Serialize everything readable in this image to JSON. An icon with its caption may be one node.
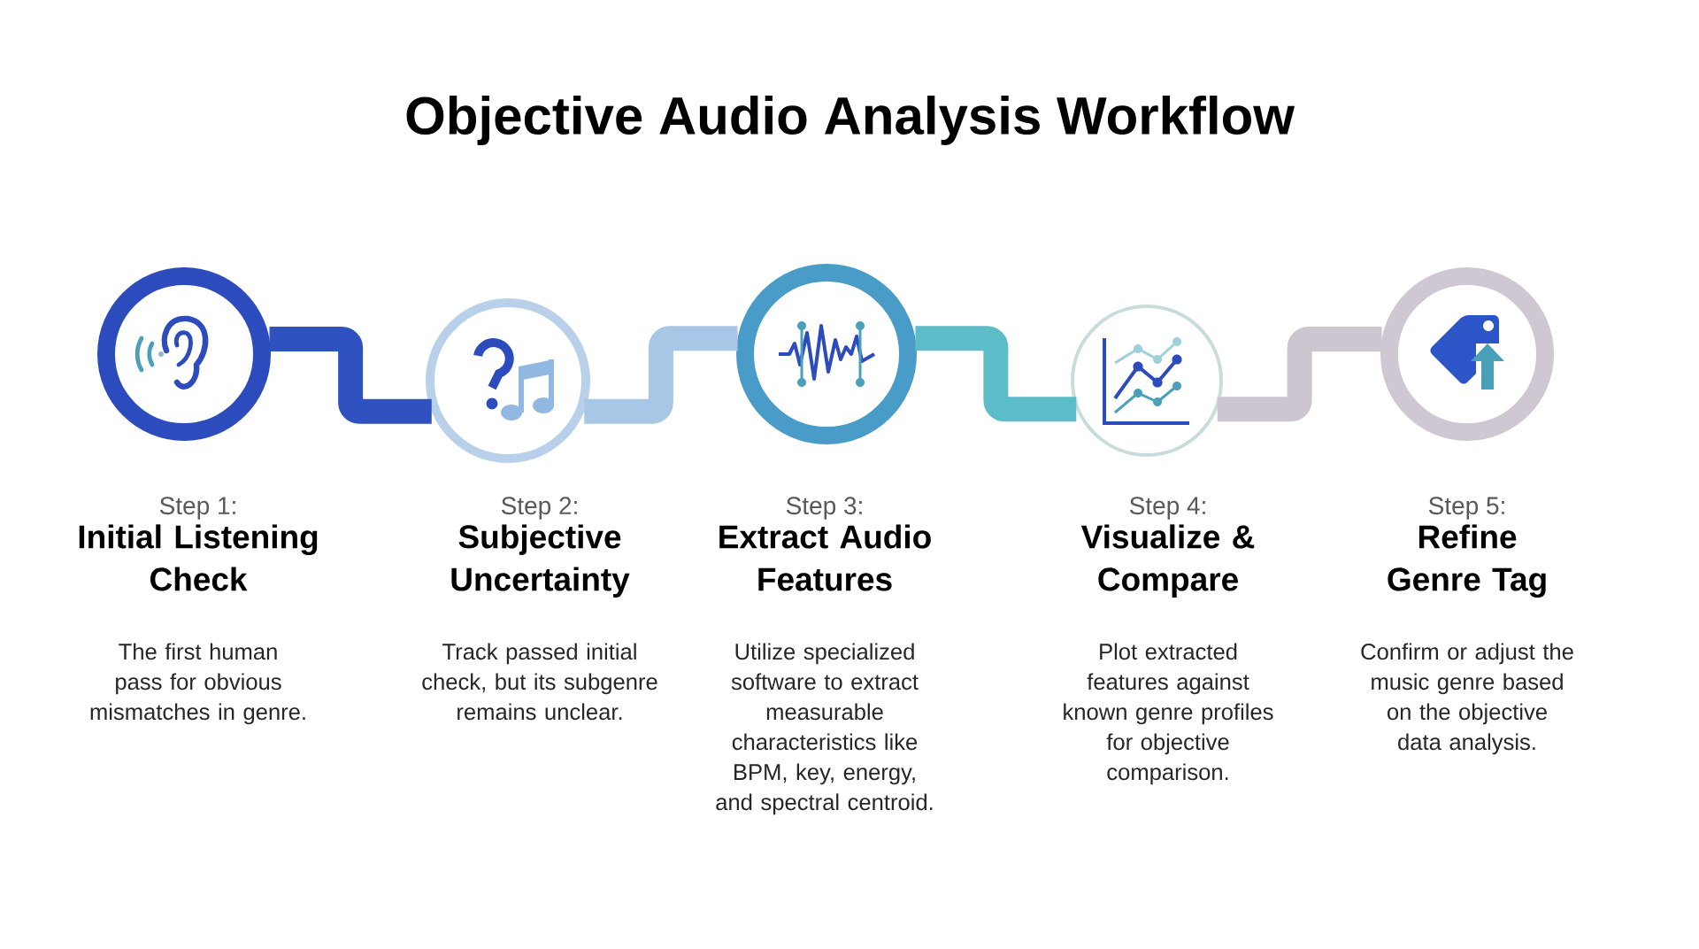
{
  "diagram": {
    "title": "Objective Audio Analysis Workflow",
    "nodes": [
      {
        "text": [
          "Step 1:",
          "Initial Listening Check"
        ]
      },
      {
        "text": [
          "Step 2:",
          "Subjective Uncertainty"
        ]
      },
      {
        "text": [
          "Step 3:",
          "Extract Audio Features"
        ]
      },
      {
        "text": [
          "Step 4:",
          "Visualize & Compare"
        ]
      },
      {
        "text": [
          "Step 5:",
          "Refine Genre Tag"
        ]
      }
    ],
    "labels": [
      "The first human pass for obvious mismatches in genre.",
      "Track passed initial check, but its subgenre remains unclear.",
      "Utilize specialized software to extract measurable characteristics like BPM, key, energy, and spectral centroid.",
      "Plot extracted features against known genre profiles for objective comparison.",
      "Confirm or adjust the music genre based on the objective data analysis."
    ],
    "edges": [
      {
        "from": 0,
        "to": 1,
        "arrow": "none",
        "color": "#3052c0"
      },
      {
        "from": 1,
        "to": 2,
        "arrow": "none",
        "color": "#a8c6e6"
      },
      {
        "from": 2,
        "to": 3,
        "arrow": "none",
        "color": "#5cbcc8"
      },
      {
        "from": 3,
        "to": 4,
        "arrow": "none",
        "color": "#cdc6d0"
      }
    ]
  }
}
